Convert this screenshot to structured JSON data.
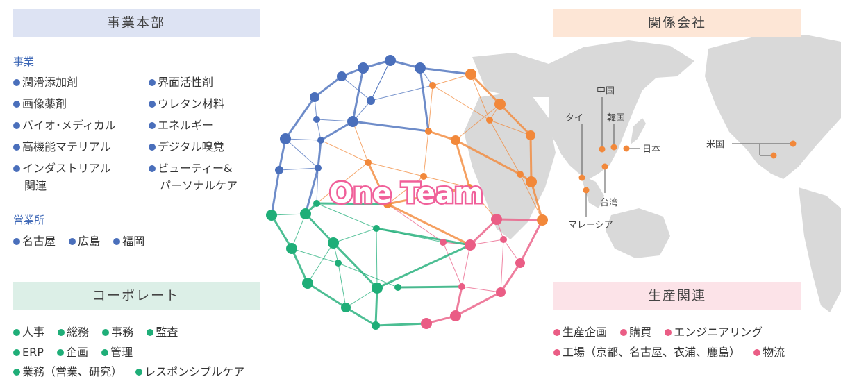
{
  "business": {
    "title": "事業本部",
    "segments_label": "事業",
    "segments": [
      "潤滑添加剤",
      "界面活性剤",
      "画像薬剤",
      "ウレタン材料",
      "バイオ･メディカル",
      "エネルギー",
      "高機能マテリアル",
      "デジタル嗅覚",
      "インダストリアル",
      "関連",
      "ビューティー&",
      "パーソナルケア"
    ],
    "offices_label": "営業所",
    "offices": [
      "名古屋",
      "広島",
      "福岡"
    ]
  },
  "affiliates": {
    "title": "関係会社",
    "locations": [
      "中国",
      "韓国",
      "タイ",
      "日本",
      "米国",
      "台湾",
      "マレーシア"
    ]
  },
  "corporate": {
    "title": "コーポレート",
    "items": [
      "人事",
      "総務",
      "事務",
      "監査",
      "ERP",
      "企画",
      "管理",
      "業務（営業、研究）",
      "レスポンシブルケア"
    ]
  },
  "production": {
    "title": "生産関連",
    "items": [
      "生産企画",
      "購買",
      "エンジニアリング",
      "工場（京都、名古屋、衣浦、鹿島）",
      "物流"
    ]
  },
  "center": {
    "label": "One Team"
  },
  "colors": {
    "blue": "#4a6fbb",
    "orange": "#f2883a",
    "green": "#1fae78",
    "pink": "#ea5d85",
    "map": "#d8d8d8"
  }
}
